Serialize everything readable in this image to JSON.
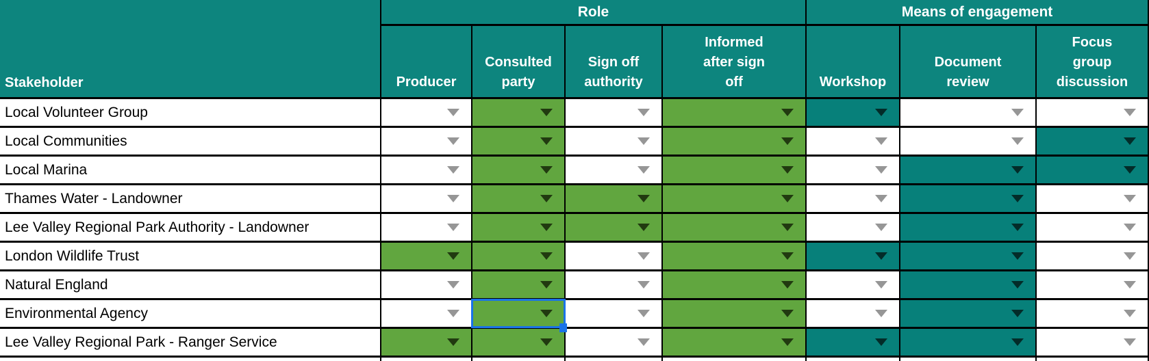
{
  "table": {
    "stakeholder_header": "Stakeholder",
    "groups": [
      {
        "id": "role",
        "label": "Role",
        "columns_spanned": 4
      },
      {
        "id": "means-of-engagement",
        "label": "Means of engagement",
        "columns_spanned": 3
      }
    ],
    "columns": [
      {
        "id": "producer",
        "label": "Producer"
      },
      {
        "id": "consulted-party",
        "label": "Consulted\nparty"
      },
      {
        "id": "sign-off-authority",
        "label": "Sign off\nauthority"
      },
      {
        "id": "informed-after-sign-off",
        "label": "Informed\nafter sign\noff"
      },
      {
        "id": "workshop",
        "label": "Workshop"
      },
      {
        "id": "document-review",
        "label": "Document\nreview"
      },
      {
        "id": "focus-group-discussion",
        "label": "Focus\ngroup\ndiscussion"
      }
    ],
    "rows": [
      {
        "stakeholder": "Local Volunteer Group",
        "cells": [
          "none",
          "green",
          "none",
          "green",
          "teal",
          "none",
          "none"
        ]
      },
      {
        "stakeholder": "Local Communities",
        "cells": [
          "none",
          "green",
          "none",
          "green",
          "none",
          "none",
          "teal"
        ]
      },
      {
        "stakeholder": "Local Marina",
        "cells": [
          "none",
          "green",
          "none",
          "green",
          "none",
          "teal",
          "teal"
        ]
      },
      {
        "stakeholder": "Thames Water - Landowner",
        "cells": [
          "none",
          "green",
          "green",
          "green",
          "none",
          "teal",
          "none"
        ]
      },
      {
        "stakeholder": "Lee Valley Regional Park Authority - Landowner",
        "cells": [
          "none",
          "green",
          "green",
          "green",
          "none",
          "teal",
          "none"
        ]
      },
      {
        "stakeholder": "London Wildlife Trust",
        "cells": [
          "green",
          "green",
          "none",
          "green",
          "teal",
          "teal",
          "none"
        ]
      },
      {
        "stakeholder": "Natural England",
        "cells": [
          "none",
          "green",
          "none",
          "green",
          "none",
          "teal",
          "none"
        ]
      },
      {
        "stakeholder": "Environmental Agency",
        "cells": [
          "none",
          "green",
          "none",
          "green",
          "none",
          "teal",
          "none"
        ]
      },
      {
        "stakeholder": "Lee Valley Regional Park - Ranger Service",
        "cells": [
          "green",
          "green",
          "none",
          "green",
          "teal",
          "teal",
          "none"
        ]
      }
    ],
    "selection": {
      "row_index": 7,
      "column_index": 1
    },
    "dropdown_arrow_glyph": "▼"
  },
  "colors": {
    "header_teal": "#0d857e",
    "cell_teal": "#07807a",
    "cell_green": "#61a63f",
    "arrow_gray": "#969696",
    "arrow_on_green": "#213a10",
    "arrow_on_teal": "#032c29",
    "selection_blue": "#1a73e8",
    "grid_black": "#000000"
  }
}
